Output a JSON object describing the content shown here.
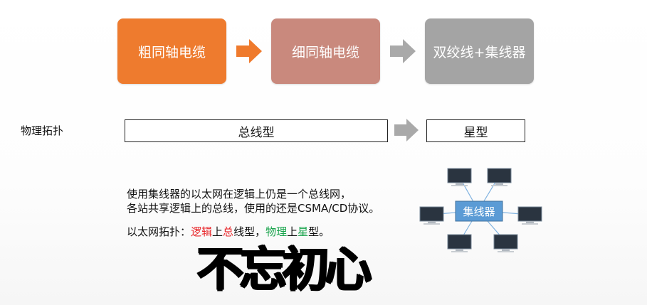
{
  "evolution": {
    "step1": "粗同轴电缆",
    "step2": "细同轴电缆",
    "step3": "双绞线+集线器",
    "colors": {
      "step1": "#ee7b2e",
      "step2": "#c9897d",
      "step3": "#a4a4a4",
      "arrow1": "#ef7a2c",
      "arrow2": "#a9a9a9"
    }
  },
  "physical_topology": {
    "label": "物理拓扑",
    "from": "总线型",
    "to": "星型"
  },
  "description": {
    "line1": "使用集线器的以太网在逻辑上仍是一个总线网，",
    "line2": "各站共享逻辑上的总线，使用的还是CSMA/CD协议。",
    "summary_prefix": "以太网拓扑：",
    "logic": "逻辑",
    "up1": "上",
    "zong": "总",
    "xianxing": "线型，",
    "physical": "物理",
    "up2": "上",
    "xing": "星",
    "xing_suffix": "型。"
  },
  "hub_diagram": {
    "hub_label": "集线器",
    "hub_color": "#5b9bd5",
    "line_color": "#7fb2e0"
  },
  "calligraphy": "不忘初心"
}
